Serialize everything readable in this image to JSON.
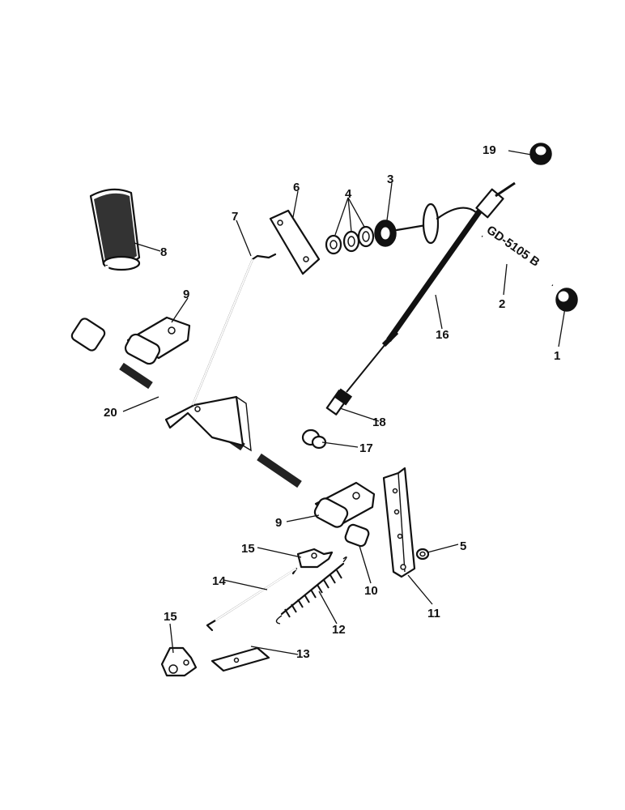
{
  "labels": {
    "l1": "1",
    "l2": "2",
    "l3": "3",
    "l4": "4",
    "l5": "5",
    "l6": "6",
    "l7": "7",
    "l8": "8",
    "l9a": "9",
    "l9b": "9",
    "l10": "10",
    "l11": "11",
    "l12": "12",
    "l13": "13",
    "l14": "14",
    "l15a": "15",
    "l15b": "15",
    "l16": "16",
    "l17": "17",
    "l18": "18",
    "l19": "19",
    "l20": "20"
  },
  "stamp": "GD-5105 B"
}
